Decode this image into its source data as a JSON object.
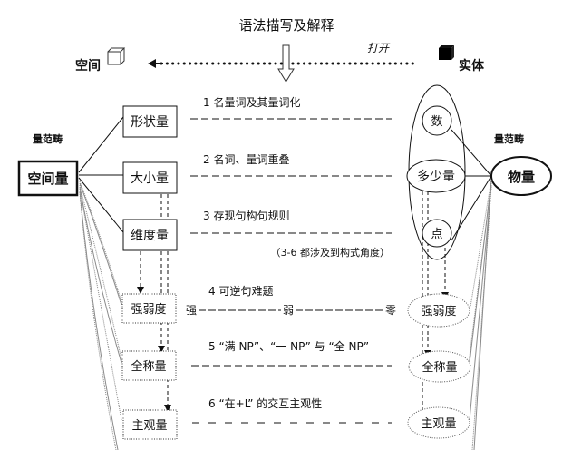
{
  "title": "语法描写及解释",
  "top_axis": {
    "left_label": "空间",
    "right_label": "实体",
    "arrow_label": "打开",
    "left_icon": "open-cube-icon",
    "right_icon": "solid-cube-icon"
  },
  "left_category": {
    "caption": "量范畴",
    "main": "空间量",
    "sub_solid": [
      "形状量",
      "大小量",
      "维度量"
    ],
    "sub_dotted": [
      "强弱度",
      "全称量",
      "主观量"
    ]
  },
  "right_category": {
    "caption": "量范畴",
    "main": "物量",
    "sub_solid": [
      "数",
      "多少量",
      "点"
    ],
    "sub_dotted": [
      "强弱度",
      "全称量",
      "主观量"
    ]
  },
  "topics": [
    {
      "label": "1 名量词及其量词化"
    },
    {
      "label": "2 名词、量词重叠"
    },
    {
      "label": "3 存现句构句规则"
    },
    {
      "label": "4 可逆句难题"
    },
    {
      "label": "5 “满 NP”、“一 NP” 与 “全 NP”"
    },
    {
      "label": "6 “在+L” 的交互主观性"
    }
  ],
  "note": "（3-6 都涉及到构式角度）",
  "scale": {
    "start": "强",
    "middle": "弱",
    "end": "零"
  },
  "colors": {
    "ink": "#111111",
    "gray_line": "#8a8a8a",
    "dotted": "#555555"
  }
}
